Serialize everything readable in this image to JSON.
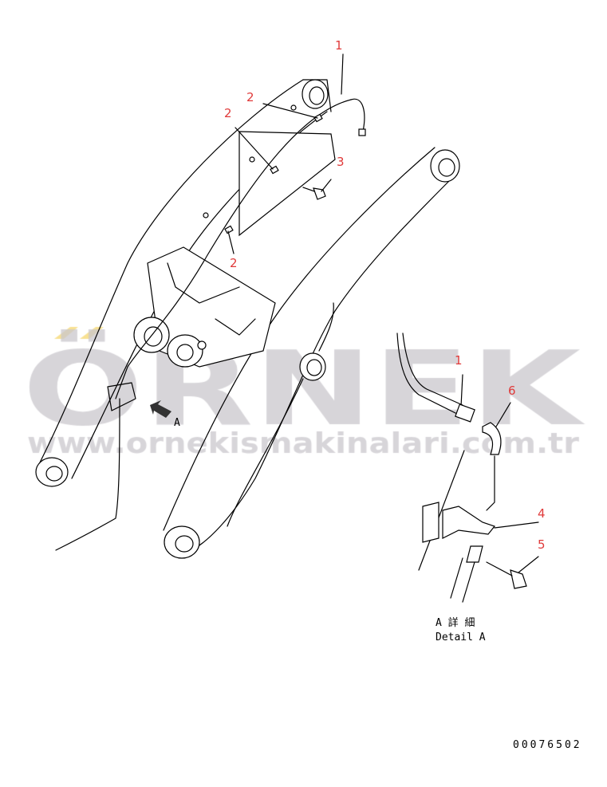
{
  "diagram": {
    "callouts": {
      "hose_main": "1",
      "clamp_top": "2",
      "clamp_mid": "2",
      "bolt_main": "3",
      "clamp_low": "2",
      "view_arrow": "A",
      "hose_detail": "1",
      "elbow_detail": "6",
      "bracket_detail": "4",
      "bolt_detail": "5"
    },
    "detail_title_jp": "A 詳 細",
    "detail_title_en": "Detail A",
    "drawing_number": "00076502",
    "callout_color": "#e03a3a"
  },
  "watermark": {
    "logo_text": "ÖRNEK",
    "url_text": "www.ornekismakinalari.com.tr",
    "accent_color": "#f5d76e",
    "gray_color": "#c9c7cc"
  }
}
